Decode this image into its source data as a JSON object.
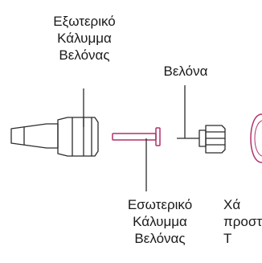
{
  "labels": {
    "outer_cap": "Εξωτερικό\nΚάλυμμα\nΒελόνας",
    "needle": "Βελόνα",
    "inner_cap": "Εσωτερικό\nΚάλυμμα\nΒελόνας",
    "protective_tab_partial": "Χά\nπροστ\nΤ"
  },
  "colors": {
    "line": "#2b2b2b",
    "inner_cap": "#b0306a",
    "protective_tab": "#b0306a",
    "background": "#ffffff"
  },
  "icons": {
    "outer_cap": "outer-needle-cap-drawing",
    "inner_cap": "inner-needle-cap-drawing",
    "needle": "pen-needle-drawing",
    "protective_tab": "protective-tab-drawing"
  }
}
